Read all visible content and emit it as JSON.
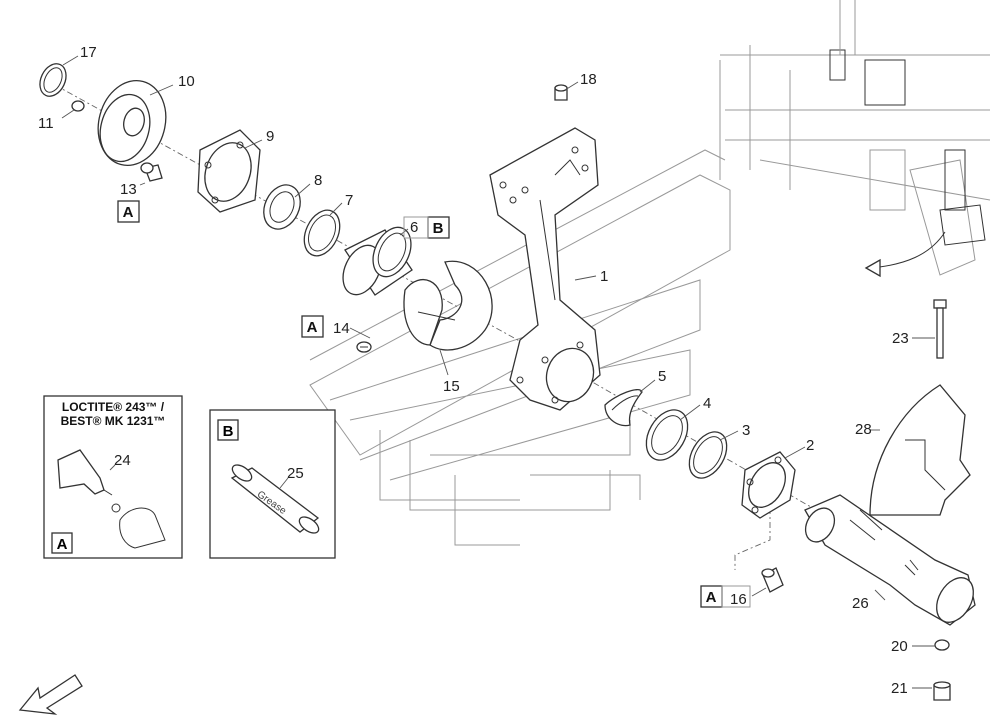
{
  "callouts": {
    "c1": "1",
    "c2": "2",
    "c3": "3",
    "c4": "4",
    "c5": "5",
    "c6": "6",
    "c7": "7",
    "c8": "8",
    "c9": "9",
    "c10": "10",
    "c11": "11",
    "c13": "13",
    "c14": "14",
    "c15": "15",
    "c16": "16",
    "c17": "17",
    "c18": "18",
    "c20": "20",
    "c21": "21",
    "c23": "23",
    "c24": "24",
    "c25": "25",
    "c26": "26",
    "c28": "28"
  },
  "reference_markers": {
    "a": "A",
    "b": "B"
  },
  "loctite_panel": {
    "line1": "LOCTITE® 243™ /",
    "line2": "BEST® MK 1231™"
  },
  "grease_panel": {
    "label": "Grease"
  }
}
